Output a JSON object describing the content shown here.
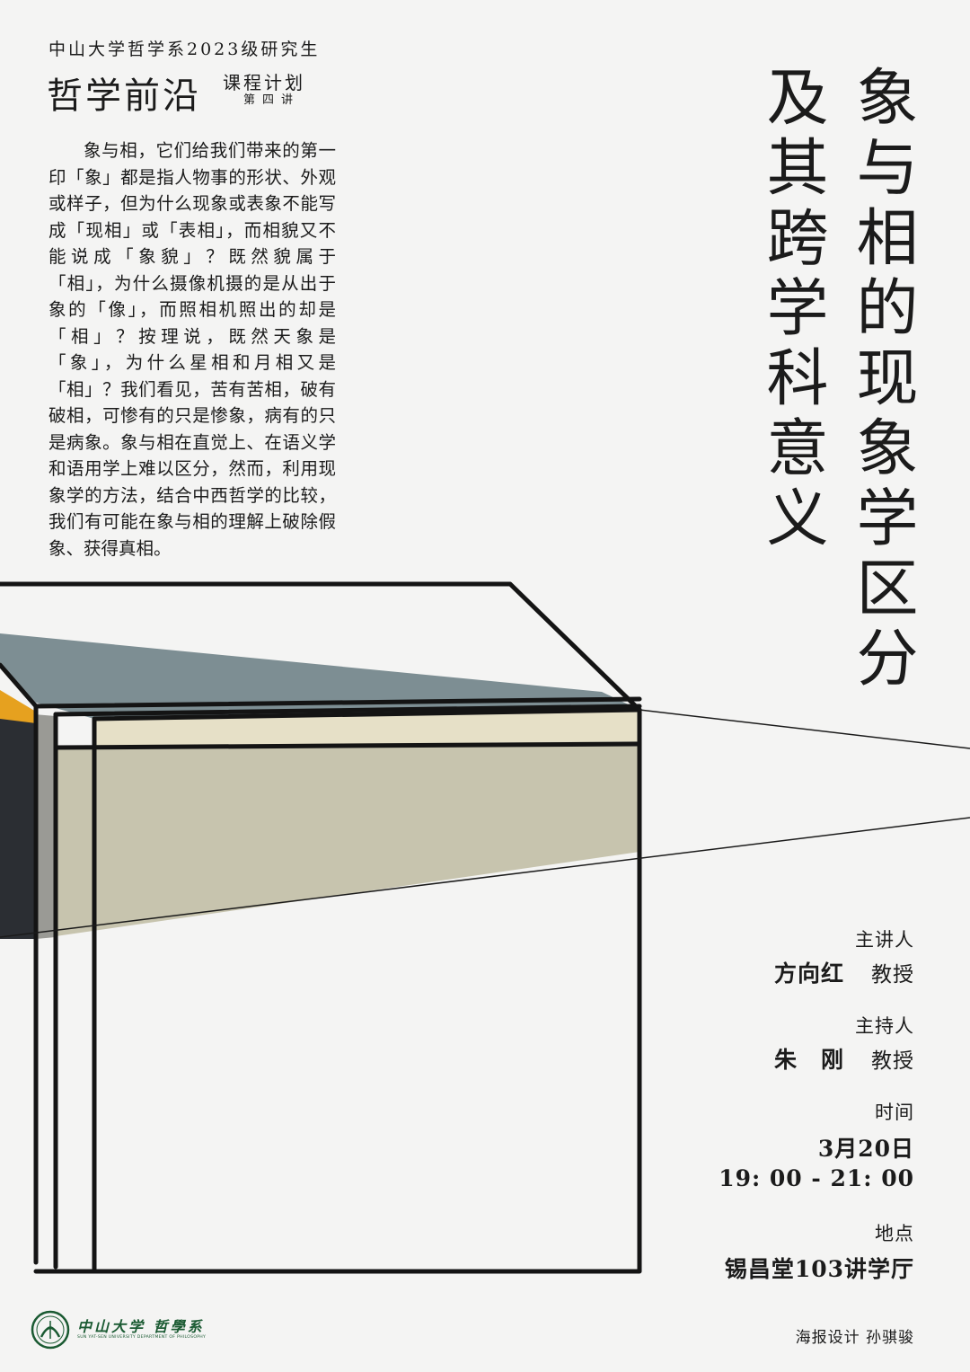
{
  "header": {
    "subtitle": "中山大学哲学系2023级研究生",
    "series": "哲学前沿",
    "course_plan": "课程计划",
    "lecture_no": "第四讲"
  },
  "abstract": "象与相，它们给我们带来的第一印「象」都是指人物事的形状、外观或样子，但为什么现象或表象不能写成「现相」或「表相」，而相貌又不能说成「象貌」？既然貌属于「相」，为什么摄像机摄的是从出于象的「像」，而照相机照出的却是「相」？按理说，既然天象是「象」，为什么星相和月相又是「相」？我们看见，苦有苦相，破有破相，可惨有的只是惨象，病有的只是病象。象与相在直觉上、在语义学和语用学上难以区分，然而，利用现象学的方法，结合中西哲学的比较，我们有可能在象与相的理解上破除假象、获得真相。",
  "title": {
    "line1": "象与相的现象学区分",
    "line2": "及其跨学科意义"
  },
  "info": {
    "speaker_label": "主讲人",
    "speaker_name": "方向红",
    "speaker_title": "教授",
    "host_label": "主持人",
    "host_name": "朱　刚",
    "host_title": "教授",
    "time_label": "时间",
    "date": "3月20日",
    "time": "19: 00 - 21: 00",
    "place_label": "地点",
    "place": "锡昌堂103讲学厅"
  },
  "footer": {
    "logo_cn": "中山大学 哲學系",
    "logo_en": "SUN YAT-SEN UNIVERSITY DEPARTMENT OF PHILOSOPHY",
    "designer": "海报设计  孙骐骏"
  },
  "colors": {
    "background": "#f4f4f3",
    "ink": "#1b1b1b",
    "slate_blue": "#7d8e93",
    "khaki": "#c7c4ae",
    "cream": "#e6e0c7",
    "orange": "#e6a11f",
    "charcoal": "#2b2e33",
    "logo_green": "#1a5a32"
  }
}
